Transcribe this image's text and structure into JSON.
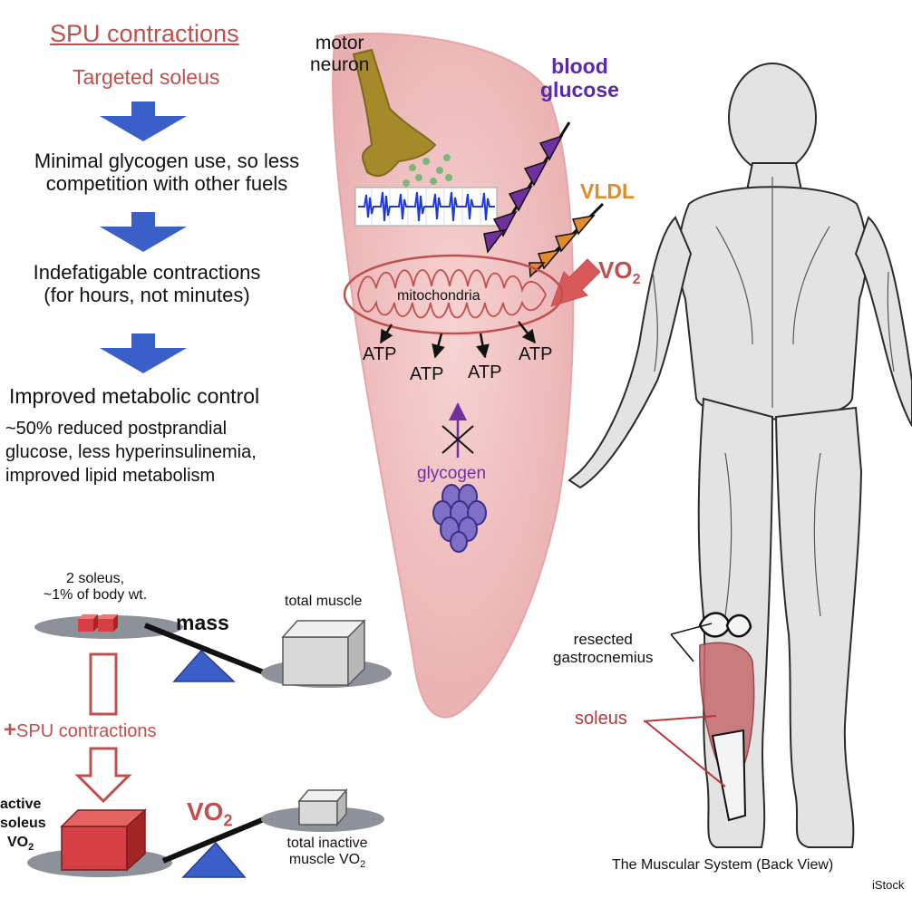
{
  "flow": {
    "title": "SPU contractions",
    "subtitle": "Targeted soleus",
    "step1": [
      "Minimal glycogen use, so less",
      "competition with other fuels"
    ],
    "step2": [
      "Indefatigable contractions",
      "(for hours, not minutes)"
    ],
    "step3_head": "Improved metabolic control",
    "step3_body": [
      "~50% reduced postprandial",
      "glucose, less hyperinsulinemia,",
      "improved lipid metabolism"
    ]
  },
  "muscle": {
    "motor_neuron": [
      "motor",
      "neuron"
    ],
    "blood_glucose": [
      "blood",
      "glucose"
    ],
    "vldl": "VLDL",
    "vo2_base": "VO",
    "vo2_sub": "2",
    "mitochondria": "mitochondria",
    "atp": [
      "ATP",
      "ATP",
      "ATP",
      "ATP"
    ],
    "glycogen": "glycogen"
  },
  "balance": {
    "top_left": [
      "2 soleus,",
      "~1% of body wt."
    ],
    "top_right": "total muscle",
    "mass": "mass",
    "spu_plus": "+",
    "spu_text": "SPU contractions",
    "bottom_left": [
      "active",
      "soleus",
      "VO",
      "2"
    ],
    "vo2_big": "VO",
    "vo2_big_sub": "2",
    "bottom_right": [
      "total inactive",
      "muscle VO",
      "2"
    ]
  },
  "anatomy": {
    "resected": [
      "resected",
      "gastrocnemius"
    ],
    "soleus": "soleus",
    "caption": "The Muscular System (Back View)",
    "credit": "iStock"
  },
  "colors": {
    "red": "#c0504d",
    "purple": "#7030a0",
    "orange": "#e08a2a",
    "blue_arrow": "#3a5fc8",
    "muscle_pink": "#f1c4c4",
    "neuron": "#a68a2a"
  }
}
